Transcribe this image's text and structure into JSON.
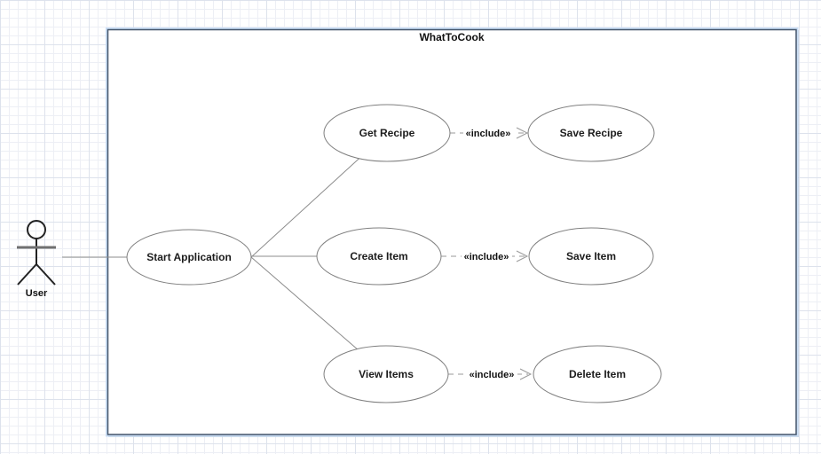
{
  "system": {
    "title": "WhatToCook"
  },
  "actor": {
    "label": "User"
  },
  "use_cases": [
    {
      "label": "Start Application"
    },
    {
      "label": "Get Recipe"
    },
    {
      "label": "Save Recipe"
    },
    {
      "label": "Create Item"
    },
    {
      "label": "Save Item"
    },
    {
      "label": "View Items"
    },
    {
      "label": "Delete Item"
    }
  ],
  "associations": [
    {
      "from": "User",
      "to": "Start Application"
    },
    {
      "from": "Start Application",
      "to": "Get Recipe"
    },
    {
      "from": "Start Application",
      "to": "Create Item"
    },
    {
      "from": "Start Application",
      "to": "View Items"
    }
  ],
  "includes": [
    {
      "from": "Get Recipe",
      "to": "Save Recipe",
      "label": "«include»"
    },
    {
      "from": "Create Item",
      "to": "Save Item",
      "label": "«include»"
    },
    {
      "from": "View Items",
      "to": "Delete Item",
      "label": "«include»"
    }
  ],
  "colors": {
    "boundary_border": "#44546a",
    "boundary_glow": "#cadef5",
    "shape_stroke": "#7f7f7f",
    "connector": "#9a9a9a",
    "text": "#1c1c1c",
    "grid_major": "#dde2ec",
    "grid_minor": "#edeff5"
  }
}
